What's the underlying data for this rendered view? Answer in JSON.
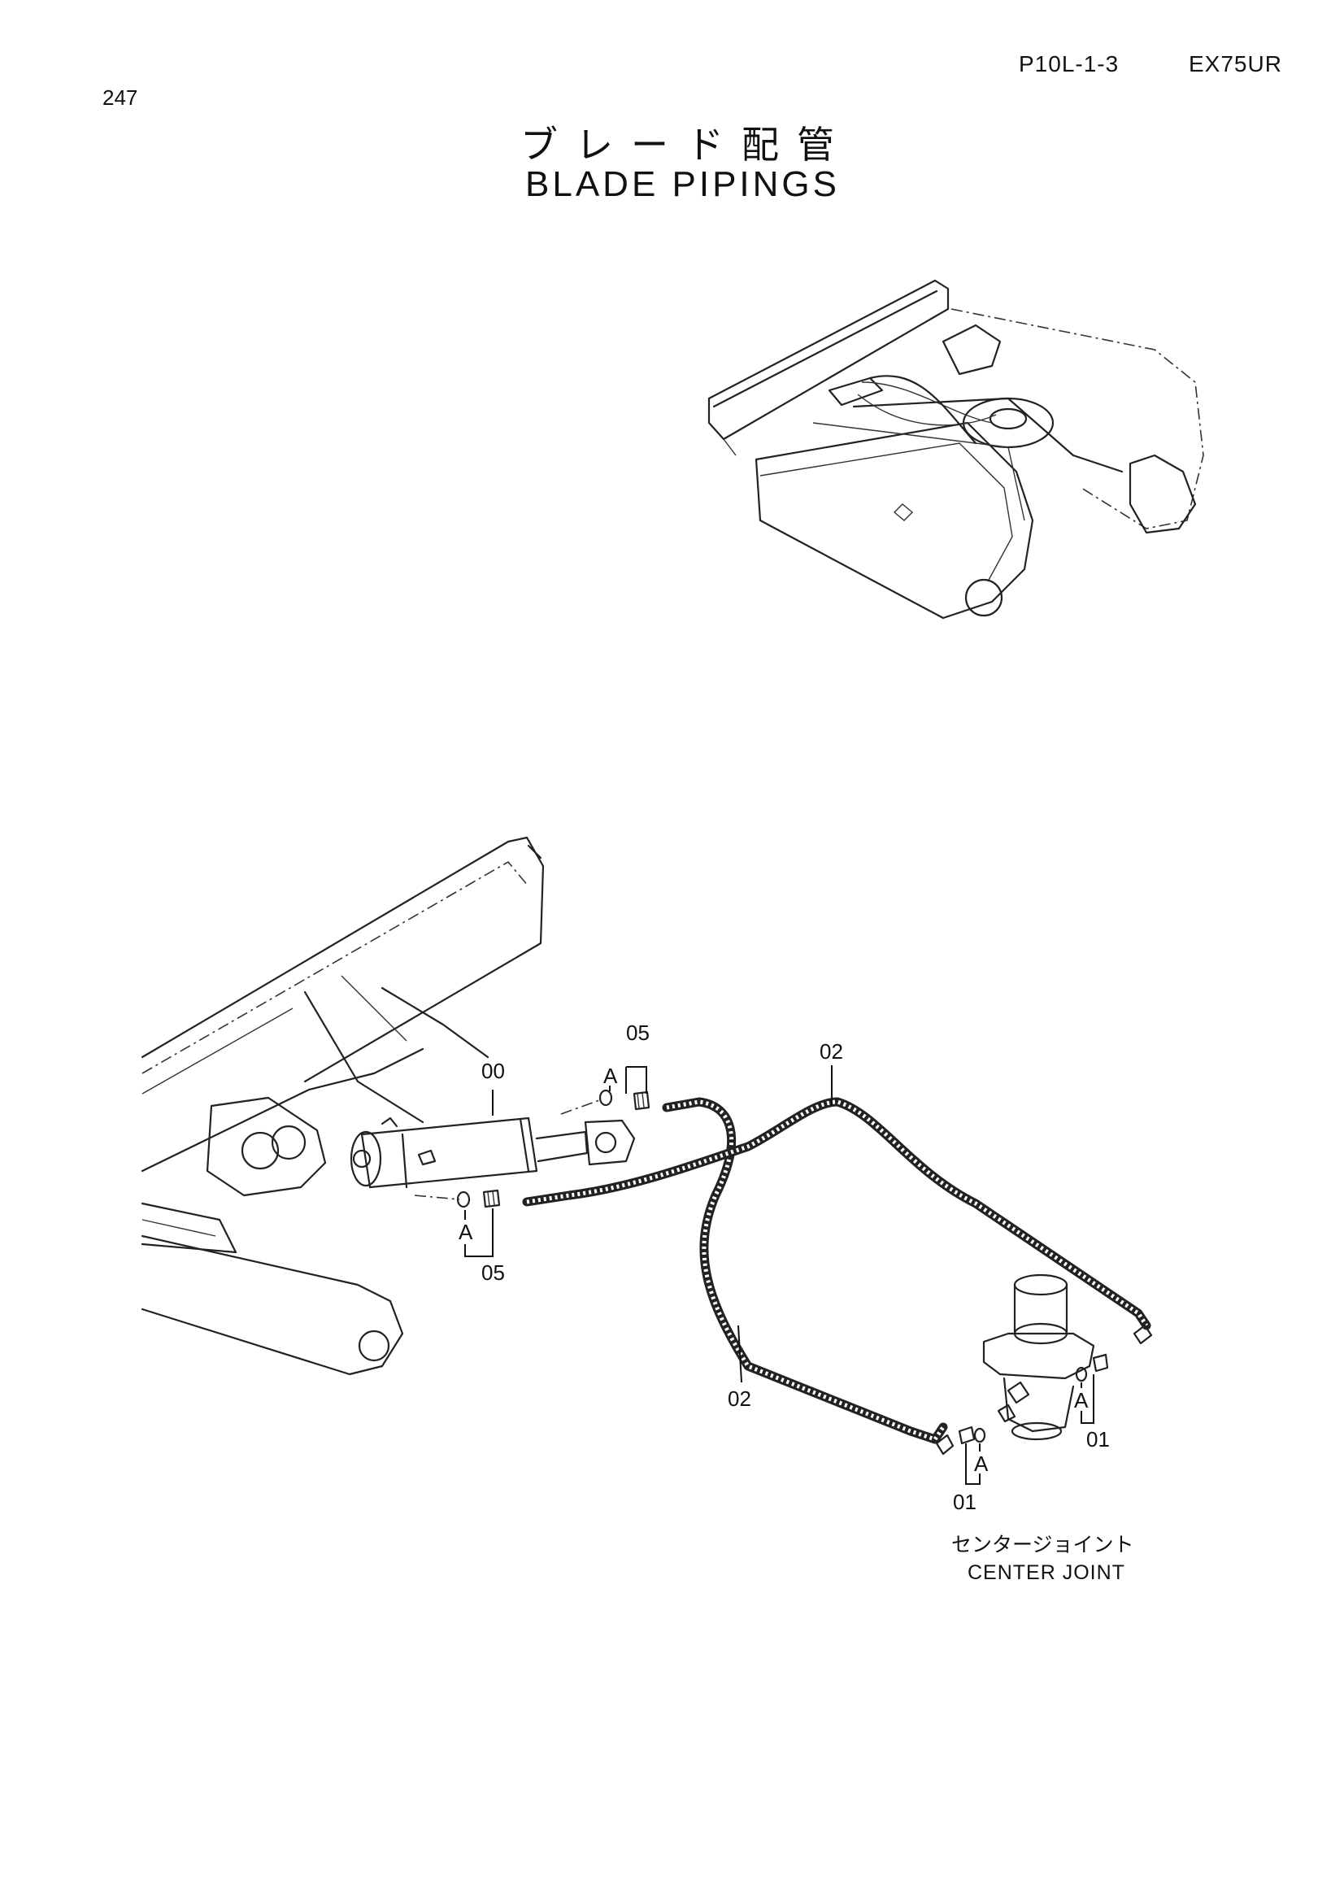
{
  "header": {
    "page_number": "247",
    "doc_code": "P10L-1-3",
    "model": "EX75UR"
  },
  "title": {
    "japanese": "ブレード配管",
    "english": "BLADE PIPINGS"
  },
  "callouts": {
    "cylinder": "00",
    "fitting_top": "05",
    "fitting_bottom": "05",
    "oring_top": "A",
    "oring_bottom": "A",
    "hose_top": "02",
    "hose_bottom": "02",
    "joint_fitting_left": "01",
    "joint_fitting_right": "01",
    "joint_oring_left": "A",
    "joint_oring_right": "A"
  },
  "center_joint": {
    "japanese": "センタージョイント",
    "english": "CENTER JOINT"
  }
}
